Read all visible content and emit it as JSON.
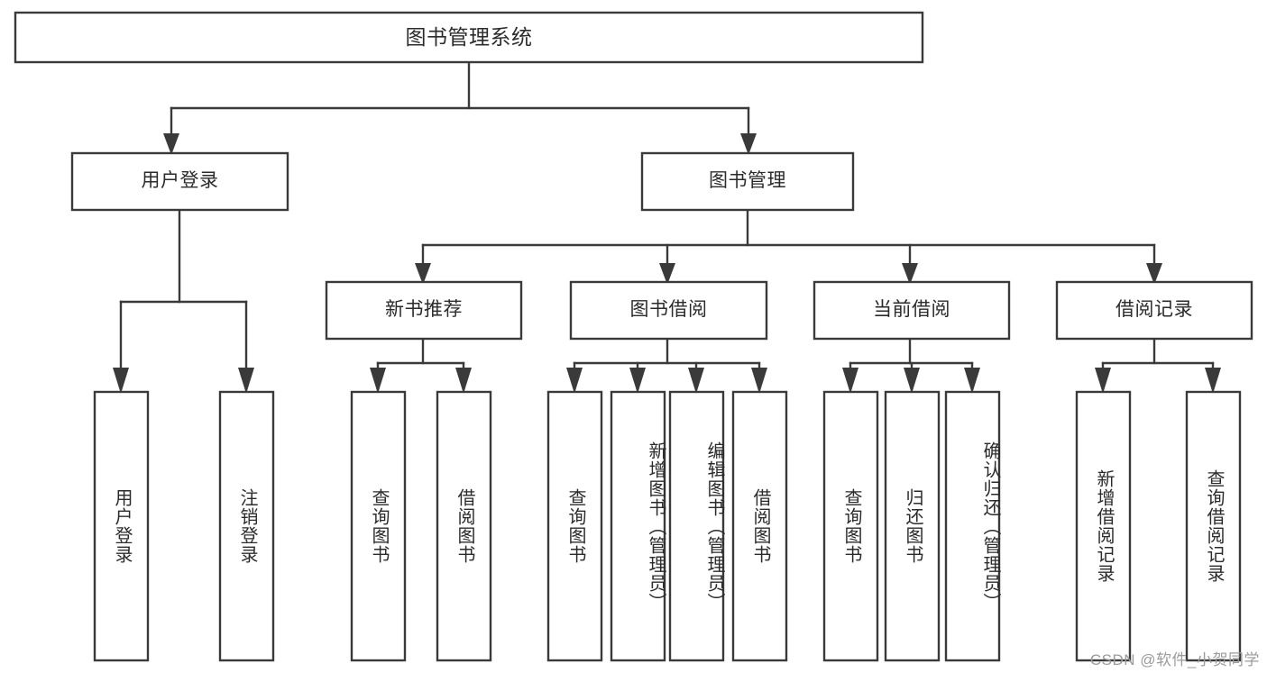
{
  "diagram": {
    "type": "tree-hierarchy-chart",
    "title": "图书管理系统",
    "colors": {
      "background": "#ffffff",
      "box_fill": "#ffffff",
      "box_stroke": "#3a3a3a",
      "connector": "#3a3a3a",
      "text": "#2b2b2b",
      "watermark": "#9b9b9b"
    },
    "root": {
      "label": "图书管理系统"
    },
    "level2": [
      {
        "label": "用户登录"
      },
      {
        "label": "图书管理"
      }
    ],
    "level3": [
      {
        "label": "新书推荐"
      },
      {
        "label": "图书借阅"
      },
      {
        "label": "当前借阅"
      },
      {
        "label": "借阅记录"
      }
    ],
    "leaves": {
      "user_login": [
        {
          "label": "用户登录"
        },
        {
          "label": "注销登录"
        }
      ],
      "new_book_recommend": [
        {
          "label": "查询图书"
        },
        {
          "label": "借阅图书"
        }
      ],
      "book_borrow": [
        {
          "label": "查询图书"
        },
        {
          "label": "新增图书（管理员）"
        },
        {
          "label": "编辑图书（管理员）"
        },
        {
          "label": "借阅图书"
        }
      ],
      "current_borrow": [
        {
          "label": "查询图书"
        },
        {
          "label": "归还图书"
        },
        {
          "label": "确认归还（管理员）"
        }
      ],
      "borrow_record": [
        {
          "label": "新增借阅记录"
        },
        {
          "label": "查询借阅记录"
        }
      ]
    },
    "watermark": "CSDN @软件_小贺同学"
  }
}
